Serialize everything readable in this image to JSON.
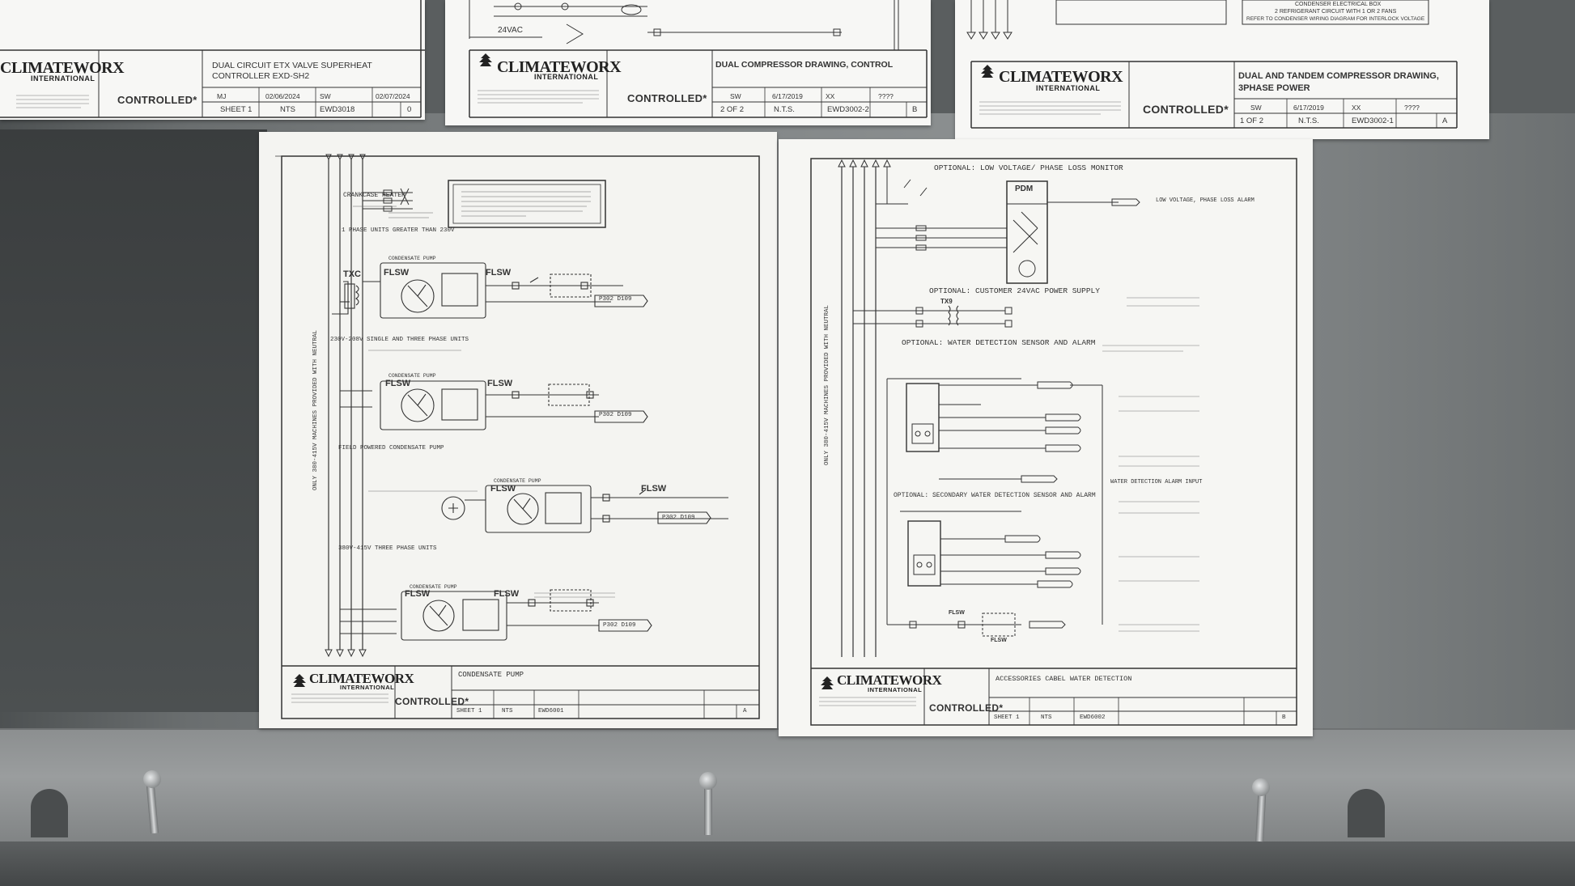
{
  "top_left_sheet": {
    "logo": "CLIMATEWORX",
    "logo_sub": "INTERNATIONAL",
    "controlled": "CONTROLLED*",
    "title_line1": "DUAL CIRCUIT ETX VALVE SUPERHEAT",
    "title_line2": "CONTROLLER EXD-SH2",
    "drawn_by": "MJ",
    "date1": "02/06/2024",
    "approved": "SW",
    "date2": "02/07/2024",
    "sheet": "SHEET 1",
    "scale": "NTS",
    "dwg_no": "EWD3018",
    "rev": "0"
  },
  "top_middle_sheet": {
    "logo": "CLIMATEWORX",
    "logo_sub": "INTERNATIONAL",
    "controlled": "CONTROLLED*",
    "title": "DUAL COMPRESSOR DRAWING, CONTROL",
    "label_24vac": "24VAC",
    "drawn_by": "SW",
    "date1": "6/17/2019",
    "approved": "XX",
    "date2": "????",
    "sheet": "2 OF 2",
    "scale": "N.T.S.",
    "dwg_no": "EWD3002-2",
    "rev": "B"
  },
  "top_right_sheet": {
    "logo": "CLIMATEWORX",
    "logo_sub": "INTERNATIONAL",
    "controlled": "CONTROLLED*",
    "title_line1": "DUAL AND TANDEM COMPRESSOR DRAWING,",
    "title_line2": "3PHASE POWER",
    "note1": "CONDENSER ELECTRICAL BOX",
    "note2": "2 REFRIGERANT CIRCUIT WITH 1 OR 2 FANS",
    "note3": "REFER TO CONDENSER WIRING DIAGRAM FOR INTERLOCK VOLTAGE",
    "drawn_by": "SW",
    "date1": "6/17/2019",
    "approved": "XX",
    "date2": "????",
    "sheet": "1 OF 2",
    "scale": "N.T.S.",
    "dwg_no": "EWD3002-1",
    "rev": "A"
  },
  "condensate_sheet": {
    "logo": "CLIMATEWORX",
    "logo_sub": "INTERNATIONAL",
    "controlled": "CONTROLLED*",
    "crankcase": "CRANKCASE HEATER",
    "section1": "1 PHASE UNITS GREATER THAN 230V",
    "txc": "TXC",
    "section2": "230V-208V SINGLE AND THREE PHASE UNITS",
    "section3": "FIELD POWERED CONDENSATE PUMP",
    "section4": "380V-415V THREE PHASE UNITS",
    "pump_label": "CONDENSATE PUMP",
    "flsw": "FLSW",
    "term1": "P302 D109",
    "term2": "P302 D109",
    "term3": "P302 D109",
    "term4": "P302 D109",
    "side_text": "ONLY 380-415V MACHINES PROVIDED WITH NEUTRAL",
    "title": "CONDENSATE PUMP",
    "sheet": "SHEET 1",
    "scale": "NTS",
    "dwg_no": "EWD6001",
    "rev": "A"
  },
  "accessories_sheet": {
    "logo": "CLIMATEWORX",
    "logo_sub": "INTERNATIONAL",
    "controlled": "CONTROLLED*",
    "opt1": "OPTIONAL: LOW VOLTAGE/ PHASE LOSS MONITOR",
    "pdm": "PDM",
    "low_voltage_alarm": "LOW VOLTAGE, PHASE LOSS ALARM",
    "opt2": "OPTIONAL: CUSTOMER 24VAC POWER SUPPLY",
    "tx9": "TX9",
    "opt3": "OPTIONAL: WATER DETECTION SENSOR AND ALARM",
    "opt4": "OPTIONAL: SECONDARY WATER DETECTION SENSOR AND ALARM",
    "water_alarm_input": "WATER DETECTION ALARM INPUT",
    "flsw": "FLSW",
    "side_text": "ONLY 380-415V MACHINES PROVIDED WITH NEUTRAL",
    "title": "ACCESSORIES CABEL WATER DETECTION",
    "sheet": "SHEET 1",
    "scale": "NTS",
    "dwg_no": "EWD6002",
    "rev": "B"
  }
}
